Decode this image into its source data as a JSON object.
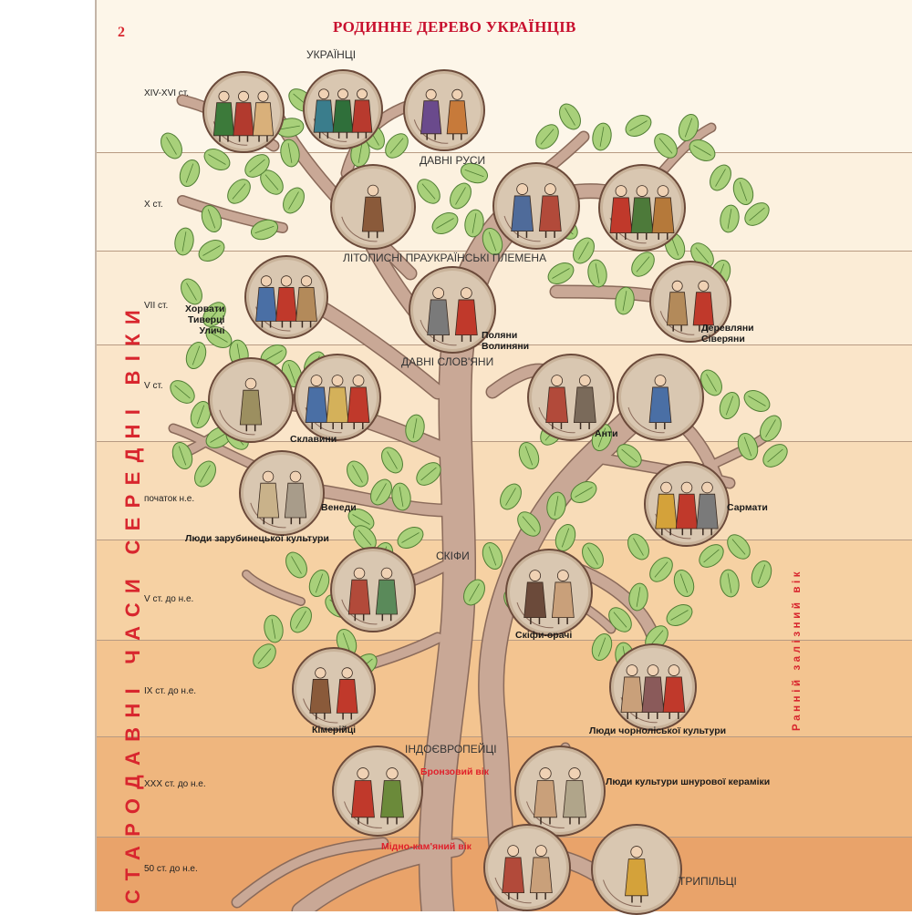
{
  "page_number": "2",
  "title": "РОДИННЕ ДЕРЕВО УКРАЇНЦІВ",
  "side_labels": {
    "left_vertical": "СТАРОДАВНІ ЧАСИ    СЕРЕДНІ ВІКИ",
    "right_vertical": "Ранній залізний вік"
  },
  "eras": [
    {
      "label": "XIV-XVI ст."
    },
    {
      "label": "X ст."
    },
    {
      "label": "VII ст."
    },
    {
      "label": "V ст."
    },
    {
      "label": "початок н.е."
    },
    {
      "label": "V ст. до н.е."
    },
    {
      "label": "IX ст. до н.е."
    },
    {
      "label": "XXX ст. до н.е."
    },
    {
      "label": "50 ст. до н.е."
    }
  ],
  "groups": {
    "ukrainians": "УКРАЇНЦІ",
    "rusy": "ДАВНІ РУСИ",
    "tribes": "ЛІТОПИСНІ ПРАУКРАЇНСЬКІ ПЛЕМЕНА",
    "slavs": "ДАВНІ СЛОВ'ЯНИ",
    "scythians": "СКІФИ",
    "indoeuropeans": "ІНДОЄВРОПЕЙЦІ",
    "trypillians": "ТРИПІЛЬЦІ"
  },
  "captions": {
    "khorvaty": "Хорвати\nТиверці\nУличі",
    "poliany": "Поляни\nВолиняни",
    "derevliany": "Деревляни\nСіверяни",
    "sklavyny": "Склавини",
    "anty": "Анти",
    "venedy": "Венеди",
    "zarubyntsi": "Люди зарубинецької культури",
    "sarmaty": "Сармати",
    "skify_orachi": "Скіфи-орачі",
    "kimmeriytsi": "Кімерійці",
    "chornolis": "Люди чорноліської культури",
    "shnurova": "Люди культури шнурової кераміки"
  },
  "ages": {
    "bronze": "Бронзовий вік",
    "copper": "Мідно-кам'яний вік"
  },
  "colors": {
    "accent_red": "#d8262e",
    "trunk": "#c9a896",
    "trunk_edge": "#8a6a5a",
    "leaf": "#a8d07a",
    "leaf_edge": "#4f7d33"
  }
}
